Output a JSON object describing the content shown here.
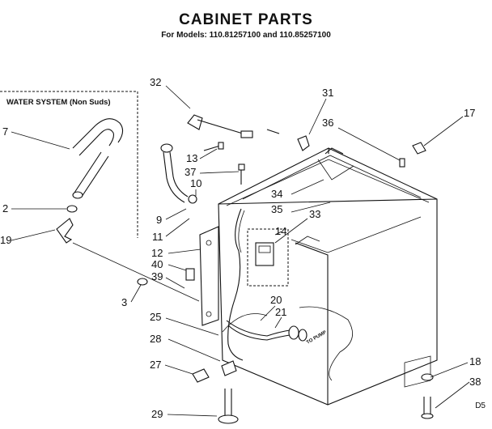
{
  "title": "CABINET PARTS",
  "subtitle": "For Models: 110.81257100 and 110.85257100",
  "water_system_label": "WATER SYSTEM (Non Suds)",
  "pump_label": "TO PUMP",
  "diagram_code": "D5",
  "callouts": [
    "32",
    "31",
    "17",
    "36",
    "13",
    "37",
    "34",
    "10",
    "35",
    "33",
    "9",
    "11",
    "14",
    "12",
    "40",
    "39",
    "20",
    "21",
    "25",
    "28",
    "27",
    "18",
    "38",
    "29",
    "7",
    "2",
    "19",
    "3"
  ]
}
